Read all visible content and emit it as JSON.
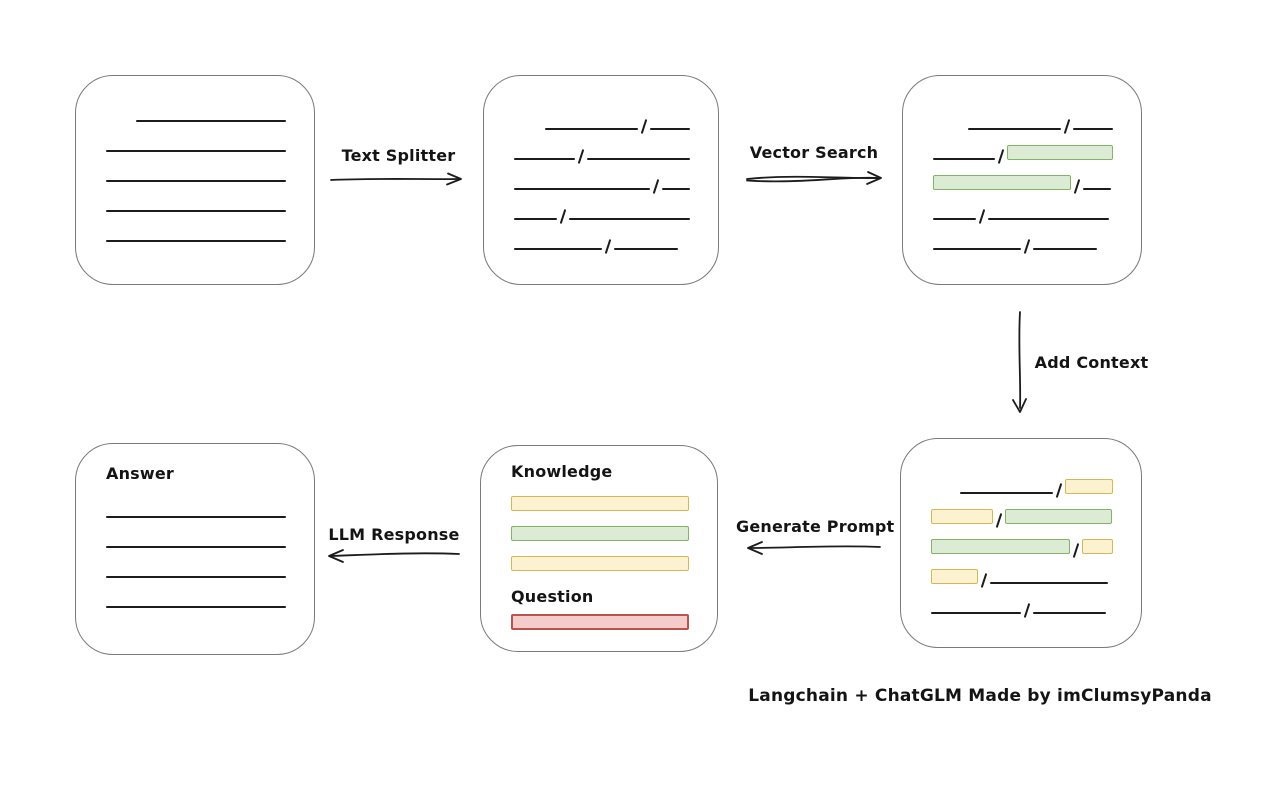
{
  "caption": "Langchain + ChatGLM Made by imClumsyPanda",
  "colors": {
    "box_stroke": "#7a7a7a",
    "line_color": "#1c1c1c",
    "green_fill": "#dcebd3",
    "green_stroke": "#82b366",
    "yellow_fill": "#fdf2cf",
    "yellow_stroke": "#d6b656",
    "red_fill": "#f4cccc",
    "red_stroke": "#b85450"
  },
  "arrows": {
    "text_splitter": {
      "label": "Text Splitter",
      "direction": "right"
    },
    "vector_search": {
      "label": "Vector Search",
      "direction": "right"
    },
    "add_context": {
      "label": "Add Context",
      "direction": "down"
    },
    "generate_prompt": {
      "label": "Generate Prompt",
      "direction": "left"
    },
    "llm_response": {
      "label": "LLM Response",
      "direction": "left"
    }
  },
  "boxes": {
    "document": {
      "rows": [
        {
          "align": "right",
          "segs": [
            {
              "k": "line",
              "w": 150
            }
          ]
        },
        {
          "segs": [
            {
              "k": "line",
              "w": 182
            }
          ]
        },
        {
          "segs": [
            {
              "k": "line",
              "w": 182
            }
          ]
        },
        {
          "segs": [
            {
              "k": "line",
              "w": 182
            }
          ]
        },
        {
          "segs": [
            {
              "k": "line",
              "w": 182
            }
          ]
        }
      ]
    },
    "chunks": {
      "rows": [
        {
          "align": "right",
          "segs": [
            {
              "k": "line",
              "w": 93
            },
            {
              "k": "slash"
            },
            {
              "k": "line",
              "w": 40
            }
          ]
        },
        {
          "segs": [
            {
              "k": "line",
              "w": 62
            },
            {
              "k": "slash"
            },
            {
              "k": "line",
              "w": 106
            }
          ]
        },
        {
          "segs": [
            {
              "k": "line",
              "w": 138
            },
            {
              "k": "slash"
            },
            {
              "k": "line",
              "w": 28
            }
          ]
        },
        {
          "segs": [
            {
              "k": "line",
              "w": 43
            },
            {
              "k": "slash"
            },
            {
              "k": "line",
              "w": 121
            }
          ]
        },
        {
          "segs": [
            {
              "k": "line",
              "w": 88
            },
            {
              "k": "slash"
            },
            {
              "k": "line",
              "w": 64
            }
          ]
        }
      ]
    },
    "matched": {
      "rows": [
        {
          "align": "right",
          "segs": [
            {
              "k": "line",
              "w": 93
            },
            {
              "k": "slash"
            },
            {
              "k": "line",
              "w": 40
            }
          ]
        },
        {
          "segs": [
            {
              "k": "line",
              "w": 62
            },
            {
              "k": "slash"
            },
            {
              "k": "green",
              "w": 106
            }
          ]
        },
        {
          "segs": [
            {
              "k": "green",
              "w": 138
            },
            {
              "k": "slash"
            },
            {
              "k": "line",
              "w": 28
            }
          ]
        },
        {
          "segs": [
            {
              "k": "line",
              "w": 43
            },
            {
              "k": "slash"
            },
            {
              "k": "line",
              "w": 121
            }
          ]
        },
        {
          "segs": [
            {
              "k": "line",
              "w": 88
            },
            {
              "k": "slash"
            },
            {
              "k": "line",
              "w": 64
            }
          ]
        }
      ]
    },
    "context": {
      "rows": [
        {
          "align": "right",
          "segs": [
            {
              "k": "line",
              "w": 93
            },
            {
              "k": "slash"
            },
            {
              "k": "yellow",
              "w": 48
            }
          ]
        },
        {
          "segs": [
            {
              "k": "yellow",
              "w": 62
            },
            {
              "k": "slash"
            },
            {
              "k": "green",
              "w": 107
            }
          ]
        },
        {
          "segs": [
            {
              "k": "green",
              "w": 139
            },
            {
              "k": "slash"
            },
            {
              "k": "yellow",
              "w": 31
            }
          ]
        },
        {
          "segs": [
            {
              "k": "yellow",
              "w": 47
            },
            {
              "k": "slash"
            },
            {
              "k": "line",
              "w": 118
            }
          ]
        },
        {
          "segs": [
            {
              "k": "line",
              "w": 90
            },
            {
              "k": "slash"
            },
            {
              "k": "line",
              "w": 73
            }
          ]
        }
      ]
    },
    "prompt": {
      "knowledge_label": "Knowledge",
      "question_label": "Question",
      "knowledge_rows": [
        {
          "segs": [
            {
              "k": "yellow",
              "w": 182
            }
          ]
        },
        {
          "segs": [
            {
              "k": "green",
              "w": 182
            }
          ]
        },
        {
          "segs": [
            {
              "k": "yellow",
              "w": 182
            }
          ]
        }
      ],
      "question_rows": [
        {
          "h": 24,
          "segs": [
            {
              "k": "red",
              "w": 182
            }
          ]
        }
      ]
    },
    "answer": {
      "label": "Answer",
      "rows": [
        {
          "segs": [
            {
              "k": "line",
              "w": 182
            }
          ]
        },
        {
          "segs": [
            {
              "k": "line",
              "w": 182
            }
          ]
        },
        {
          "segs": [
            {
              "k": "line",
              "w": 182
            }
          ]
        },
        {
          "segs": [
            {
              "k": "line",
              "w": 182
            }
          ]
        }
      ]
    }
  }
}
